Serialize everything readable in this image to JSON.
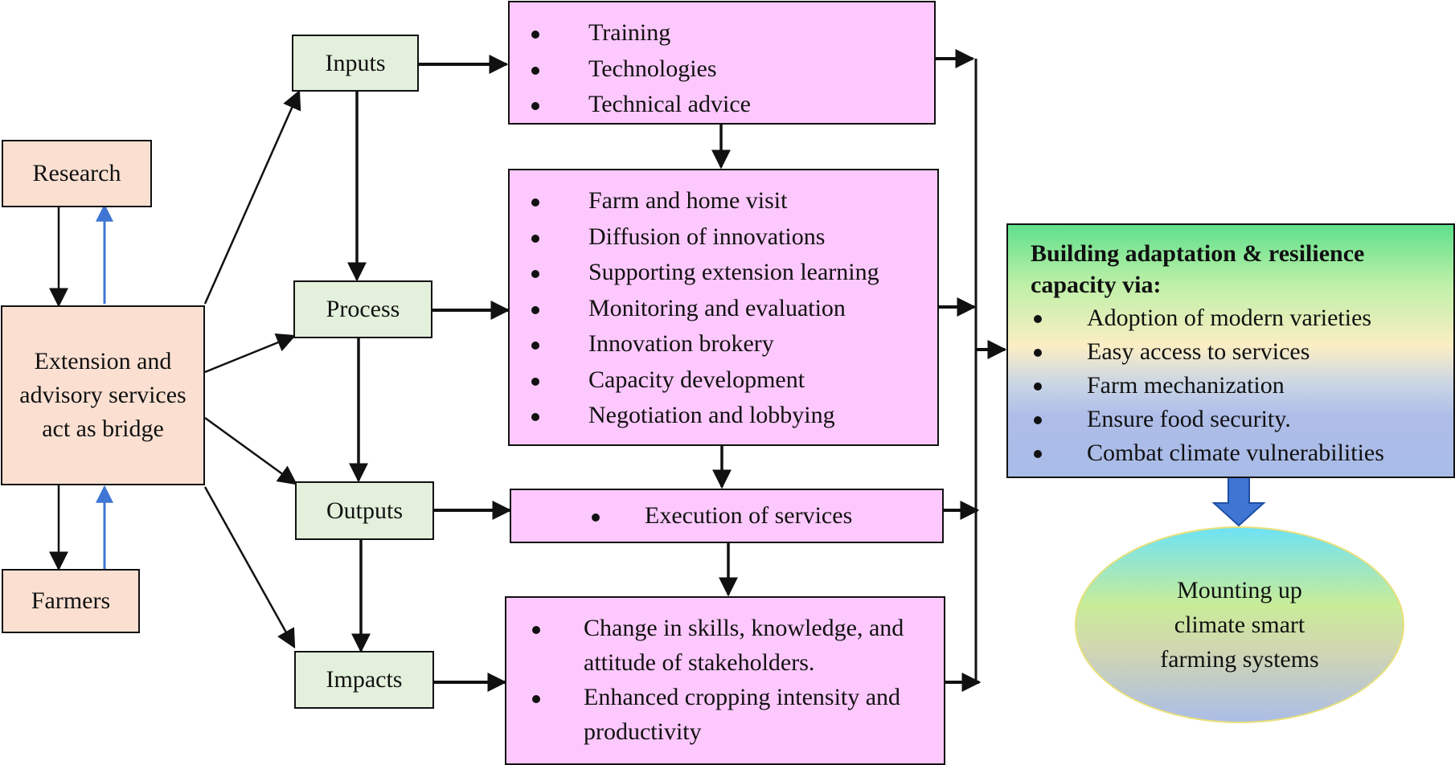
{
  "sources": {
    "research": "Research",
    "extension": "Extension and advisory services act as bridge",
    "farmers": "Farmers"
  },
  "stages": {
    "inputs": "Inputs",
    "process": "Process",
    "outputs": "Outputs",
    "impacts": "Impacts"
  },
  "inputs_items": [
    "Training",
    "Technologies",
    "Technical advice"
  ],
  "process_items": [
    "Farm and home visit",
    "Diffusion of innovations",
    "Supporting extension learning",
    "Monitoring and evaluation",
    "Innovation brokery",
    "Capacity development",
    "Negotiation and lobbying"
  ],
  "outputs_items": [
    "Execution of services"
  ],
  "impacts_items": [
    "Change in skills, knowledge, and attitude of stakeholders.",
    "Enhanced cropping intensity and productivity"
  ],
  "resilience": {
    "title": "Building adaptation & resilience capacity via:",
    "items": [
      "Adoption of modern varieties",
      "Easy access to services",
      "Farm mechanization",
      "Ensure food security.",
      "Combat climate vulnerabilities"
    ]
  },
  "outcome": "Mounting up climate smart farming systems",
  "colors": {
    "peach": "#fbe0d2",
    "green": "#e3f0dc",
    "pink": "#fdc8fd",
    "blue_arrow": "#3f76d4",
    "line": "#111111"
  }
}
